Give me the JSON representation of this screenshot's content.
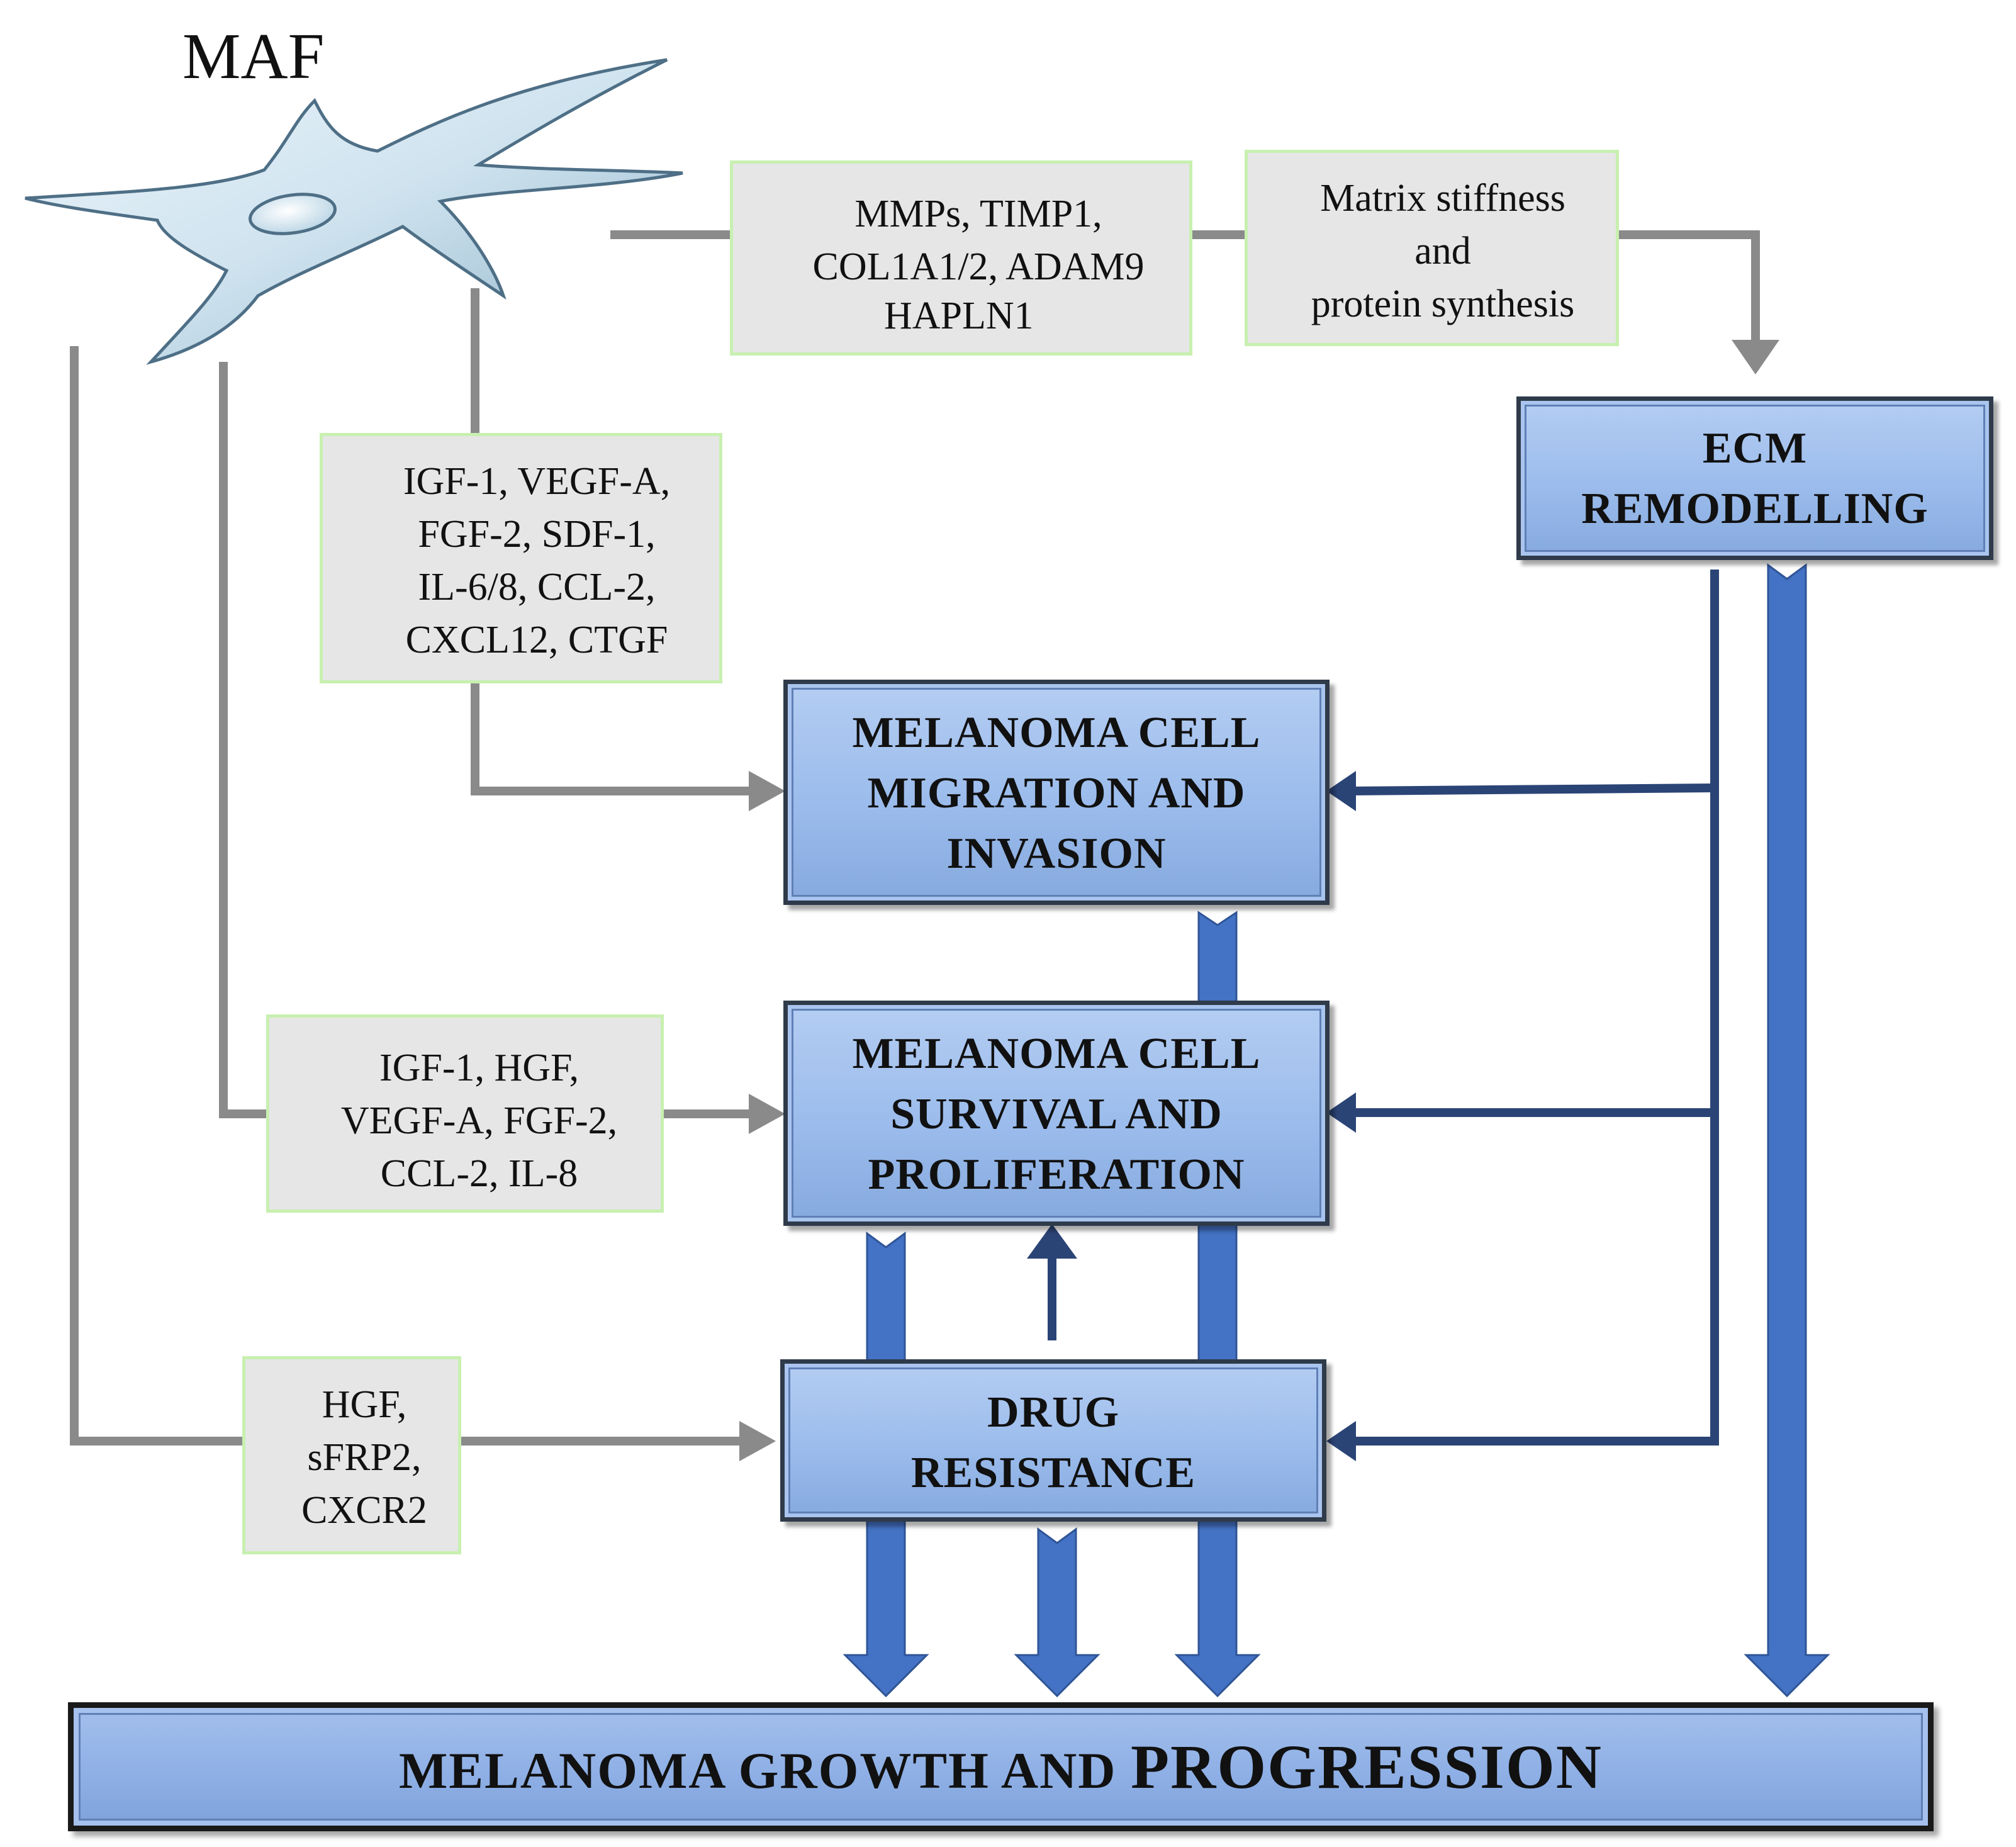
{
  "cell": {
    "label": "MAF"
  },
  "factors": {
    "ecm_factors": {
      "up_lines": [
        "MMPs, TIMP1,",
        "COL1A1/2, ADAM9"
      ],
      "down_lines": [
        "HAPLN1"
      ]
    },
    "matrix": {
      "lines": [
        "Matrix stiffness",
        "and",
        "protein synthesis"
      ]
    },
    "migration_factors": {
      "lines": [
        "IGF-1, VEGF-A,",
        "FGF-2, SDF-1,",
        "IL-6/8, CCL-2,",
        "CXCL12, CTGF"
      ]
    },
    "survival_factors": {
      "lines": [
        "IGF-1, HGF,",
        "VEGF-A, FGF-2,",
        "CCL-2, IL-8"
      ]
    },
    "resistance_factors": {
      "lines": [
        "HGF,",
        "sFRP2,",
        "CXCR2"
      ]
    }
  },
  "processes": {
    "ecm": {
      "lines": [
        "ECM",
        "REMODELLING"
      ]
    },
    "migration": {
      "lines": [
        "MELANOMA CELL",
        "MIGRATION AND",
        "INVASION"
      ]
    },
    "survival": {
      "lines": [
        "MELANOMA CELL",
        "SURVIVAL AND",
        "PROLIFERATION"
      ]
    },
    "resistance": {
      "lines": [
        "DRUG",
        "RESISTANCE"
      ]
    }
  },
  "outcome": {
    "label_part1": "MELANOMA GROWTH AND ",
    "label_part2": "PROGRESSION"
  },
  "colors": {
    "connector_gray": "#8a8a8a",
    "connector_navy": "#2b4476",
    "thick_arrow_blue": "#4472c4",
    "factor_bg": "#e6e6e6",
    "factor_border": "#c8f0b0",
    "process_fill": "#9bbcec"
  }
}
